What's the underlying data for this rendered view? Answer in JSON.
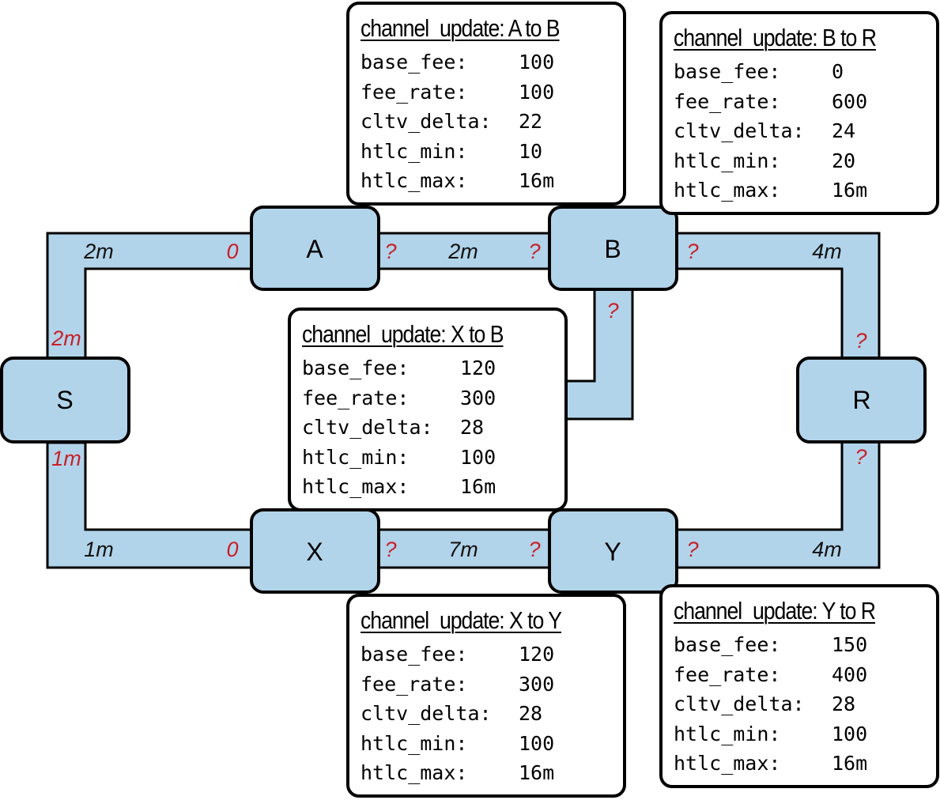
{
  "nodes": {
    "S": "S",
    "A": "A",
    "B": "B",
    "R": "R",
    "X": "X",
    "Y": "Y"
  },
  "channel_amounts": {
    "s_a_left": "2m",
    "s_a_right": "0",
    "a_b_left": "?",
    "a_b_mid": "2m",
    "a_b_right": "?",
    "b_r_left": "?",
    "b_r_right": "4m",
    "b_down": "?",
    "r_up": "?",
    "r_down": "?",
    "s_up": "2m",
    "s_down": "1m",
    "s_x_left": "1m",
    "s_x_right": "0",
    "x_y_left": "?",
    "x_y_mid": "7m",
    "x_y_right": "?",
    "y_r_left": "?",
    "y_r_right": "4m"
  },
  "updates": {
    "a_to_b": {
      "title": "channel_update: A to B",
      "rows": [
        {
          "key": "base_fee:",
          "value": "100"
        },
        {
          "key": "fee_rate:",
          "value": "100"
        },
        {
          "key": "cltv_delta:",
          "value": "22"
        },
        {
          "key": "htlc_min:",
          "value": "10"
        },
        {
          "key": "htlc_max:",
          "value": "16m"
        }
      ]
    },
    "b_to_r": {
      "title": "channel_update: B to R",
      "rows": [
        {
          "key": "base_fee:",
          "value": "0"
        },
        {
          "key": "fee_rate:",
          "value": "600"
        },
        {
          "key": "cltv_delta:",
          "value": "24"
        },
        {
          "key": "htlc_min:",
          "value": "20"
        },
        {
          "key": "htlc_max:",
          "value": "16m"
        }
      ]
    },
    "x_to_b": {
      "title": "channel_update: X to B",
      "rows": [
        {
          "key": "base_fee:",
          "value": "120"
        },
        {
          "key": "fee_rate:",
          "value": "300"
        },
        {
          "key": "cltv_delta:",
          "value": "28"
        },
        {
          "key": "htlc_min:",
          "value": "100"
        },
        {
          "key": "htlc_max:",
          "value": "16m"
        }
      ]
    },
    "x_to_y": {
      "title": "channel_update: X to Y",
      "rows": [
        {
          "key": "base_fee:",
          "value": "120"
        },
        {
          "key": "fee_rate:",
          "value": "300"
        },
        {
          "key": "cltv_delta:",
          "value": "28"
        },
        {
          "key": "htlc_min:",
          "value": "100"
        },
        {
          "key": "htlc_max:",
          "value": "16m"
        }
      ]
    },
    "y_to_r": {
      "title": "channel_update: Y to R",
      "rows": [
        {
          "key": "base_fee:",
          "value": "150"
        },
        {
          "key": "fee_rate:",
          "value": "400"
        },
        {
          "key": "cltv_delta:",
          "value": "28"
        },
        {
          "key": "htlc_min:",
          "value": "100"
        },
        {
          "key": "htlc_max:",
          "value": "16m"
        }
      ]
    }
  },
  "colors": {
    "channel_fill": "#b2d4ea",
    "unknown_red": "#c8202a"
  }
}
